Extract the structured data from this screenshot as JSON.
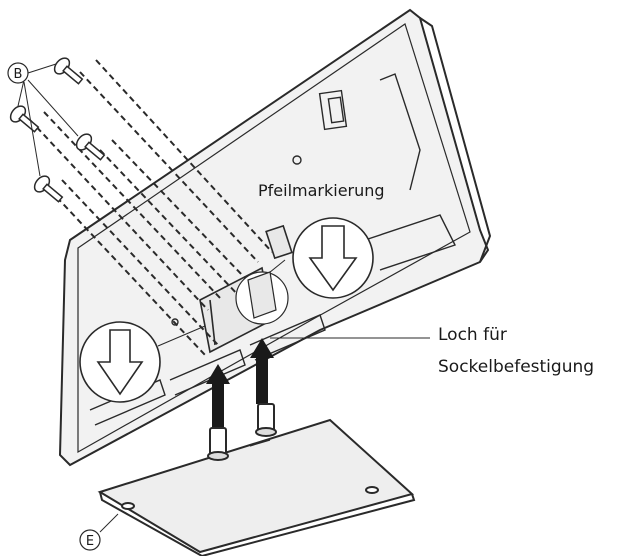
{
  "labels": {
    "screws": "B",
    "base": "E",
    "arrow_mark": "Pfeilmarkierung",
    "hole_line1": "Loch für",
    "hole_line2": "Sockelbefestigung"
  },
  "colors": {
    "stroke": "#2a2a2a",
    "tv_fill": "#f2f2f2",
    "base_fill": "#eeeeee",
    "arrow_fill": "#1a1a1a"
  }
}
